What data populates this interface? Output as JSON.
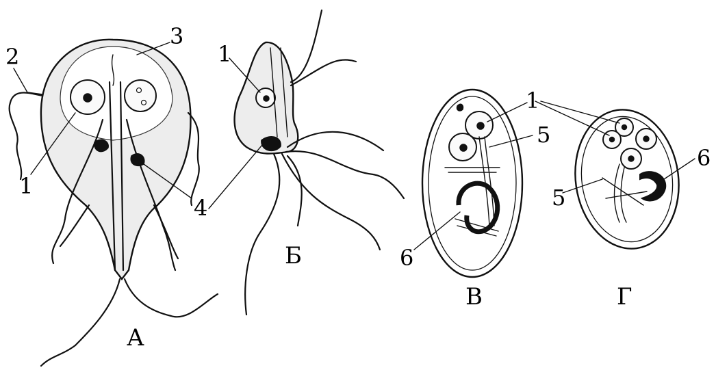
{
  "figure": {
    "panels": [
      {
        "id": "A",
        "label": "А"
      },
      {
        "id": "B",
        "label": "Б"
      },
      {
        "id": "V",
        "label": "В"
      },
      {
        "id": "G",
        "label": "Г"
      }
    ],
    "callouts": {
      "a_1": "1",
      "a_2": "2",
      "a_3": "3",
      "a_4": "4",
      "b_1": "1",
      "v_1": "1",
      "v_5": "5",
      "v_6": "6",
      "g_5": "5",
      "g_6": "6"
    }
  }
}
